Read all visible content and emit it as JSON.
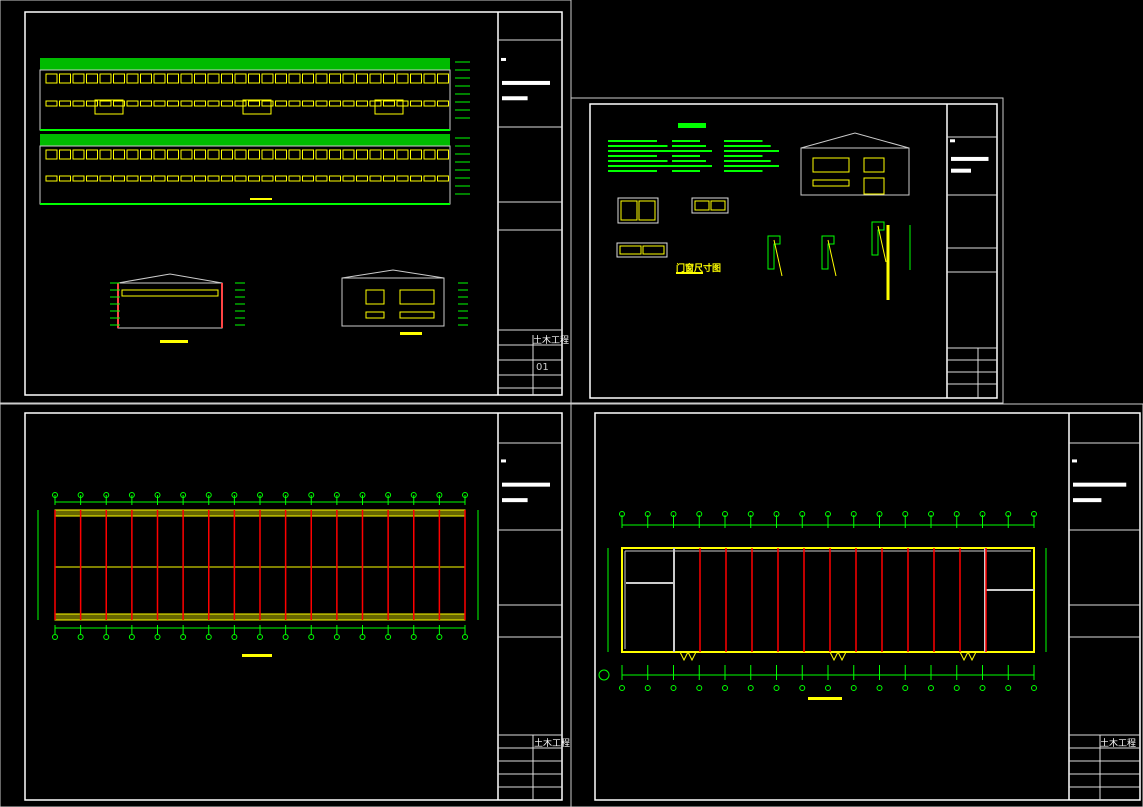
{
  "sheets": [
    {
      "name": "elevations-sheet",
      "discipline": "土木工程",
      "sheet_no": "01"
    },
    {
      "name": "details-sheet",
      "detail_title": "门窗尺寸图"
    },
    {
      "name": "structure-plan-sheet",
      "discipline": "土木工程"
    },
    {
      "name": "floor-plan-sheet",
      "discipline": "土木工程"
    }
  ],
  "colors": {
    "background": "#000000",
    "frame": "#ffffff",
    "dimension": "#00ff00",
    "wall": "#ffff00",
    "axis": "#ff0000"
  }
}
